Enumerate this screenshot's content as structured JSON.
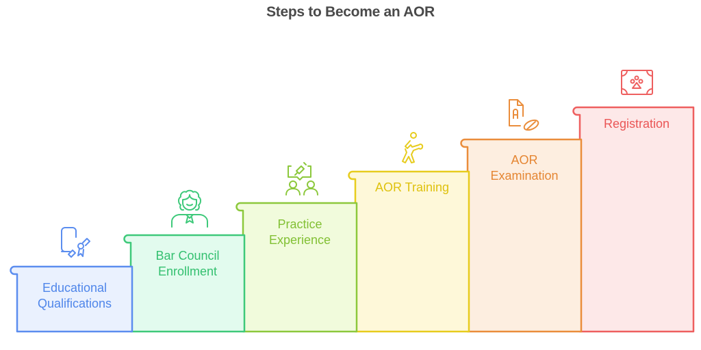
{
  "title": "Steps to Become an AOR",
  "steps": [
    {
      "label_lines": [
        "Educational",
        "Qualifications"
      ],
      "icon": "certificate-icon",
      "stroke": "#5b8def",
      "fill": "#eaf1fe",
      "text": "#4f86ea"
    },
    {
      "label_lines": [
        "Bar Council",
        "Enrollment"
      ],
      "icon": "lawyer-icon",
      "stroke": "#3ec97a",
      "fill": "#e2fbee",
      "text": "#34c070"
    },
    {
      "label_lines": [
        "Practice",
        "Experience"
      ],
      "icon": "legal-discussion-icon",
      "stroke": "#8cc83c",
      "fill": "#f1fbdc",
      "text": "#82c034"
    },
    {
      "label_lines": [
        "AOR Training"
      ],
      "icon": "training-figure-icon",
      "stroke": "#e7cc1d",
      "fill": "#fef8d9",
      "text": "#dfc20e"
    },
    {
      "label_lines": [
        "AOR",
        "Examination"
      ],
      "icon": "exam-document-icon",
      "stroke": "#ea8d3b",
      "fill": "#fdeee0",
      "text": "#e58633"
    },
    {
      "label_lines": [
        "Registration"
      ],
      "icon": "registration-seal-icon",
      "stroke": "#ee5f5f",
      "fill": "#fde8e8",
      "text": "#ea5656"
    }
  ]
}
